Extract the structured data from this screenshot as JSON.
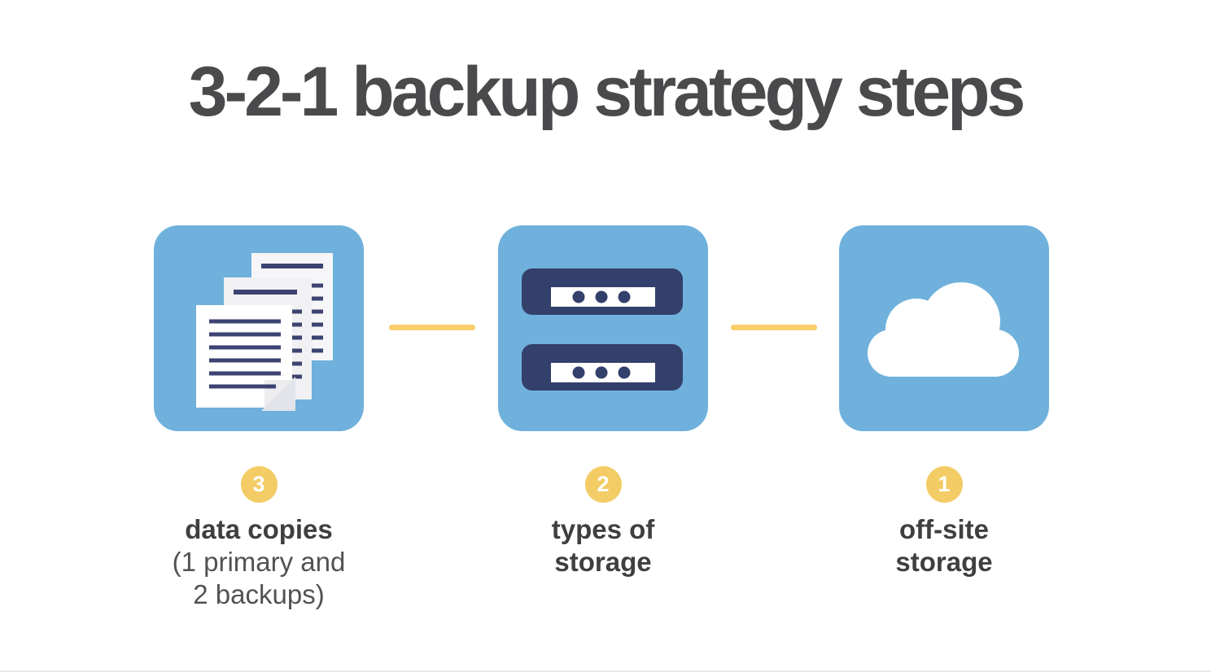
{
  "title": "3-2-1 backup strategy steps",
  "steps": [
    {
      "number": "3",
      "icon": "documents-icon",
      "label_lines": [
        "data copies"
      ],
      "sub_lines": [
        "(1 primary and",
        "2 backups)"
      ]
    },
    {
      "number": "2",
      "icon": "server-stack-icon",
      "label_lines": [
        "types of",
        "storage"
      ],
      "sub_lines": []
    },
    {
      "number": "1",
      "icon": "cloud-icon",
      "label_lines": [
        "off-site",
        "storage"
      ],
      "sub_lines": []
    }
  ],
  "colors": {
    "tile_blue": "#6fb1dc",
    "icon_navy": "#33406b",
    "badge_yellow": "#f3cc66",
    "connector_yellow": "#f8cd6a",
    "title_gray": "#4a4a4c",
    "label_dark": "#3f3f41",
    "sub_gray": "#515254",
    "page_white": "#ffffff"
  }
}
